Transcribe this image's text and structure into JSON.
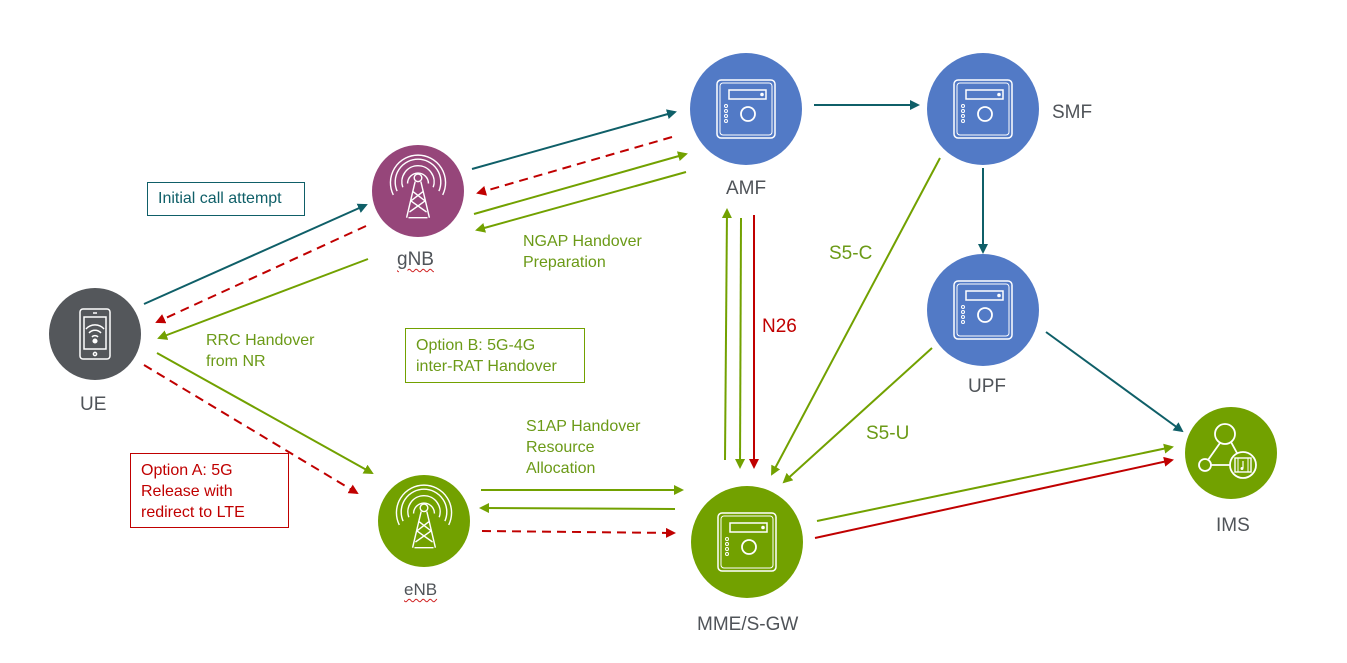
{
  "colors": {
    "ue": "#54575b",
    "gnb": "#96467a",
    "core_blue": "#527ac6",
    "green": "#72a100",
    "teal": "#0f5f68",
    "red": "#c00000",
    "label_gray": "#505459"
  },
  "nodes": {
    "ue": {
      "label": "UE",
      "icon": "smartphone-wifi-icon"
    },
    "gnb": {
      "label": "gNB",
      "icon": "cell-tower-icon"
    },
    "enb": {
      "label": "eNB",
      "icon": "cell-tower-icon"
    },
    "amf": {
      "label": "AMF",
      "icon": "server-icon"
    },
    "smf": {
      "label": "SMF",
      "icon": "server-icon"
    },
    "upf": {
      "label": "UPF",
      "icon": "server-icon"
    },
    "mme": {
      "label": "MME/S-GW",
      "icon": "server-icon"
    },
    "ims": {
      "label": "IMS",
      "icon": "network-media-icon"
    }
  },
  "boxes": {
    "initial": "Initial call attempt",
    "option_b": [
      "Option B: 5G-4G",
      "inter-RAT Handover"
    ],
    "option_a": [
      "Option A: 5G",
      "Release with",
      "redirect to LTE"
    ]
  },
  "labels": {
    "rrc": [
      "RRC Handover",
      "from NR"
    ],
    "ngap": [
      "NGAP Handover",
      "Preparation"
    ],
    "s1ap": [
      "S1AP Handover",
      "Resource",
      "Allocation"
    ],
    "n26": "N26",
    "s5c": "S5-C",
    "s5u": "S5-U"
  }
}
